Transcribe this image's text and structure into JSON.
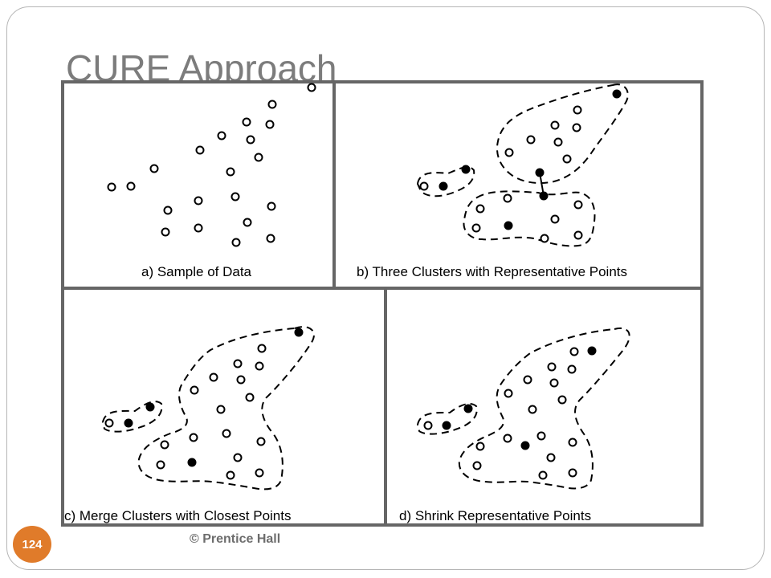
{
  "slide": {
    "title": "CURE Approach",
    "page_number": "124",
    "footer": "© Prentice Hall"
  },
  "figure": {
    "panels": [
      {
        "id": "a",
        "label": "a) Sample of Data",
        "points": [
          [
            388,
            109
          ],
          [
            339,
            130
          ],
          [
            307,
            152
          ],
          [
            336,
            155
          ],
          [
            276,
            169
          ],
          [
            312,
            174
          ],
          [
            249,
            187
          ],
          [
            322,
            196
          ],
          [
            192,
            210
          ],
          [
            287,
            214
          ],
          [
            139,
            233
          ],
          [
            163,
            232
          ],
          [
            247,
            250
          ],
          [
            293,
            245
          ],
          [
            209,
            262
          ],
          [
            338,
            257
          ],
          [
            308,
            277
          ],
          [
            247,
            284
          ],
          [
            206,
            289
          ],
          [
            337,
            297
          ],
          [
            294,
            302
          ]
        ],
        "representatives": [],
        "boundaries": []
      },
      {
        "id": "b",
        "label": "b) Three Clusters with Representative Points",
        "points": [
          [
            719,
            137
          ],
          [
            691,
            156
          ],
          [
            718,
            159
          ],
          [
            661,
            174
          ],
          [
            695,
            177
          ],
          [
            634,
            190
          ],
          [
            706,
            198
          ],
          [
            528,
            232
          ],
          [
            632,
            247
          ],
          [
            720,
            255
          ],
          [
            598,
            260
          ],
          [
            691,
            273
          ],
          [
            593,
            284
          ],
          [
            678,
            297
          ],
          [
            720,
            293
          ]
        ],
        "representatives": [
          [
            768,
            117
          ],
          [
            580,
            211
          ],
          [
            552,
            232
          ],
          [
            672,
            215
          ],
          [
            677,
            244
          ],
          [
            633,
            281
          ]
        ],
        "links": [
          [
            [
              672,
              215
            ],
            [
              677,
              244
            ]
          ]
        ],
        "boundaries": [
          "M763,106 C776,102 786,112 780,126 C768,148 752,168 738,188 C726,206 712,220 690,226 C672,230 654,228 640,220 C624,210 616,194 620,176 C624,156 640,144 660,136 C690,124 730,112 763,106 Z",
          "M520,229 C522,214 540,214 558,216 C572,210 584,204 590,212 C592,226 580,234 564,240 C548,246 532,246 524,238 Z",
          "M594,246 C610,236 640,238 670,240 C690,246 708,238 722,240 C738,244 742,260 740,276 C738,292 736,304 720,306 C700,308 682,302 665,297 C640,293 618,300 600,298 C586,298 575,288 578,274 C580,260 584,252 594,246 Z"
        ]
      },
      {
        "id": "c",
        "label": "c) Merge Clusters with Closest Points",
        "points": [
          [
            326,
            434
          ],
          [
            296,
            453
          ],
          [
            323,
            456
          ],
          [
            266,
            470
          ],
          [
            300,
            473
          ],
          [
            242,
            486
          ],
          [
            311,
            495
          ],
          [
            136,
            527
          ],
          [
            275,
            510
          ],
          [
            241,
            545
          ],
          [
            282,
            540
          ],
          [
            325,
            550
          ],
          [
            205,
            554
          ],
          [
            296,
            570
          ],
          [
            200,
            579
          ],
          [
            287,
            592
          ],
          [
            323,
            589
          ]
        ],
        "representatives": [
          [
            372,
            414
          ],
          [
            187,
            507
          ],
          [
            160,
            527
          ],
          [
            239,
            576
          ]
        ],
        "boundaries": [
          "M367,409 C384,403 398,412 387,428 C373,450 351,476 334,493 C322,503 324,521 340,540 C352,556 354,578 350,598 C346,610 330,611 316,608 C298,605 282,602 263,600 C244,598 226,601 206,599 C187,598 170,589 173,572 C177,556 196,546 212,540 C226,536 236,530 232,520 C225,508 218,490 228,476 C236,464 246,447 262,436 C292,420 330,412 367,409 Z",
          "M128,526 C131,510 151,512 168,512 C180,503 193,496 201,503 C204,517 191,527 175,532 C159,538 138,540 130,534 Z"
        ]
      },
      {
        "id": "d",
        "label": "d) Shrink Representative Points",
        "points": [
          [
            715,
            438
          ],
          [
            687,
            457
          ],
          [
            712,
            460
          ],
          [
            657,
            473
          ],
          [
            690,
            477
          ],
          [
            633,
            490
          ],
          [
            700,
            498
          ],
          [
            533,
            530
          ],
          [
            663,
            510
          ],
          [
            632,
            546
          ],
          [
            674,
            543
          ],
          [
            713,
            551
          ],
          [
            598,
            556
          ],
          [
            686,
            570
          ],
          [
            594,
            580
          ],
          [
            676,
            592
          ],
          [
            713,
            589
          ]
        ],
        "representatives": [
          [
            737,
            437
          ],
          [
            583,
            509
          ],
          [
            556,
            530
          ],
          [
            654,
            555
          ]
        ],
        "boundaries": [
          "M765,410 C784,405 790,418 776,436 C760,456 740,480 724,496 C711,508 715,524 728,542 C738,558 740,578 736,598 C732,609 716,610 703,607 C687,604 673,602 657,600 C640,599 623,602 604,600 C585,599 570,590 572,574 C576,558 594,548 609,542 C622,536 630,530 626,520 C620,508 614,492 624,478 C632,466 644,452 660,440 C690,424 730,413 765,410 Z",
          "M520,529 C523,513 543,514 560,514 C572,505 585,499 593,506 C597,520 583,530 567,535 C551,541 530,543 522,537 Z"
        ]
      }
    ]
  }
}
